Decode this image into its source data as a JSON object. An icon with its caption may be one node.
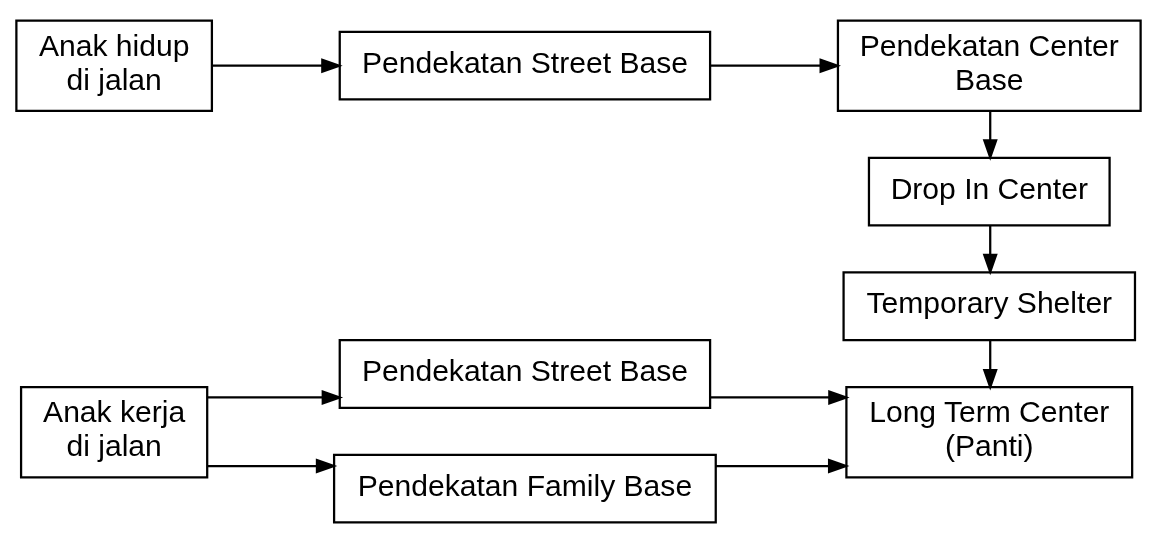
{
  "diagram": {
    "nodes": [
      {
        "text": [
          "Anak kerja di jalan"
        ]
      },
      {
        "text": [
          "Pendekatan Family Base"
        ]
      },
      {
        "text": [
          "Pendekatan Street Base"
        ]
      },
      {
        "text": [
          "Long Term Center (Panti)"
        ]
      },
      {
        "text": [
          "Temporary Shelter"
        ]
      },
      {
        "text": [
          "Drop In Center"
        ]
      },
      {
        "text": [
          "Anak hidup di jalan"
        ]
      },
      {
        "text": [
          "Pendekatan Street Base"
        ]
      },
      {
        "text": [
          "Pendekatan Center Base"
        ]
      }
    ],
    "edges": [
      {
        "from": 0,
        "to": 1,
        "arrow": "to"
      },
      {
        "from": 0,
        "to": 2,
        "arrow": "to"
      },
      {
        "from": 1,
        "to": 3,
        "arrow": "to"
      },
      {
        "from": 2,
        "to": 3,
        "arrow": "to"
      },
      {
        "from": 6,
        "to": 7,
        "arrow": "to"
      },
      {
        "from": 7,
        "to": 8,
        "arrow": "to"
      },
      {
        "from": 8,
        "to": 5,
        "arrow": "to"
      },
      {
        "from": 5,
        "to": 4,
        "arrow": "to"
      },
      {
        "from": 4,
        "to": 3,
        "arrow": "to"
      }
    ]
  }
}
